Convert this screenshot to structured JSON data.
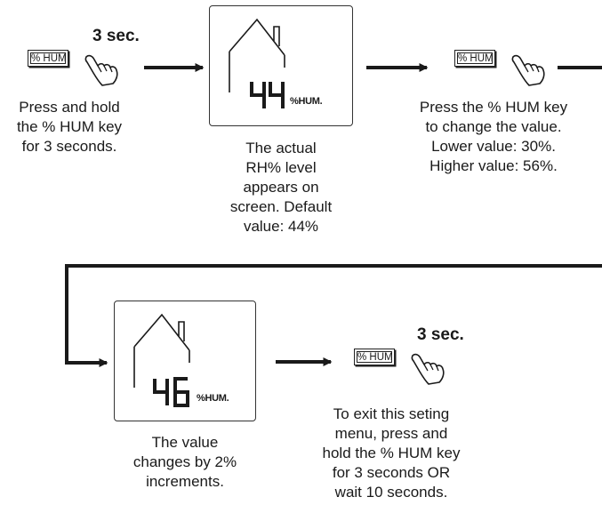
{
  "step1": {
    "hold_time": "3 sec.",
    "key_label": "% HUM",
    "lines": [
      "Press and hold",
      "the % HUM key",
      "for 3 seconds."
    ]
  },
  "step2": {
    "display_value": "44",
    "display_unit": "%HUM.",
    "lines": [
      "The actual",
      "RH% level",
      "appears on",
      "screen. Default",
      "value: 44%"
    ]
  },
  "step3": {
    "key_label": "% HUM",
    "lines": [
      "Press the % HUM key",
      "to change the value.",
      "Lower value: 30%.",
      "Higher value: 56%."
    ]
  },
  "step4": {
    "display_value": "46",
    "display_unit": "%HUM.",
    "lines": [
      "The value",
      "changes by 2%",
      "increments."
    ]
  },
  "step5": {
    "hold_time": "3 sec.",
    "key_label": "% HUM",
    "lines": [
      "To exit this seting",
      "menu, press and",
      "hold the % HUM key",
      "for 3 seconds OR",
      "wait 10 seconds."
    ]
  },
  "icons": {
    "hand": "pointing-hand-icon",
    "house": "house-icon",
    "arrow": "arrow-right-icon"
  }
}
